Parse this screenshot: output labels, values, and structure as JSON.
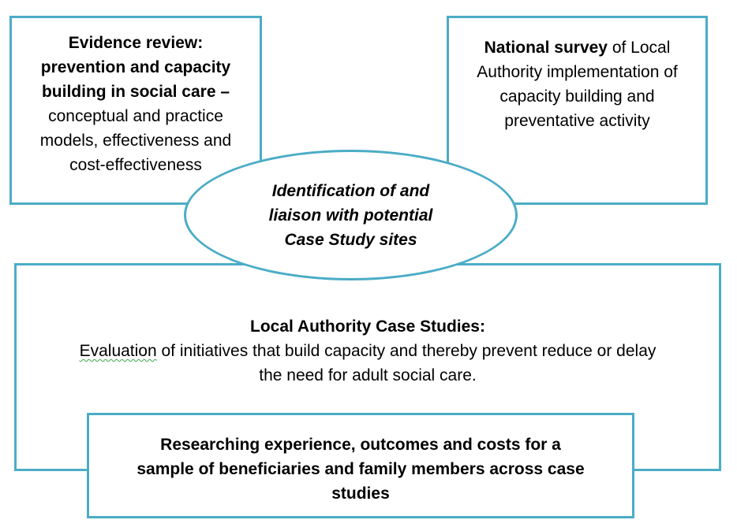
{
  "colors": {
    "border": "#4bacc6",
    "spellcheck_underline": "#3aa64a",
    "text": "#000000",
    "background": "#ffffff"
  },
  "evidence_review": {
    "bold_lines": [
      "Evidence review:",
      "prevention and capacity",
      "building in social care –"
    ],
    "lines": [
      "conceptual and practice",
      "models, effectiveness and",
      "cost-effectiveness"
    ]
  },
  "national_survey": {
    "bold": "National survey",
    "line1_rest": " of Local",
    "lines": [
      "Authority implementation of",
      "capacity building and",
      "preventative activity"
    ]
  },
  "center_ellipse": {
    "lines": [
      "Identification of and",
      "liaison with potential",
      "Case Study sites"
    ]
  },
  "case_studies": {
    "title": "Local Authority Case Studies:",
    "underlined_word": "Evaluation",
    "desc_rest": " of initiatives that build capacity and thereby prevent reduce or delay",
    "desc_line2": "the need for adult social care."
  },
  "research": {
    "lines": [
      "Researching experience, outcomes and costs for a",
      "sample of beneficiaries and family members across case",
      "studies"
    ]
  }
}
